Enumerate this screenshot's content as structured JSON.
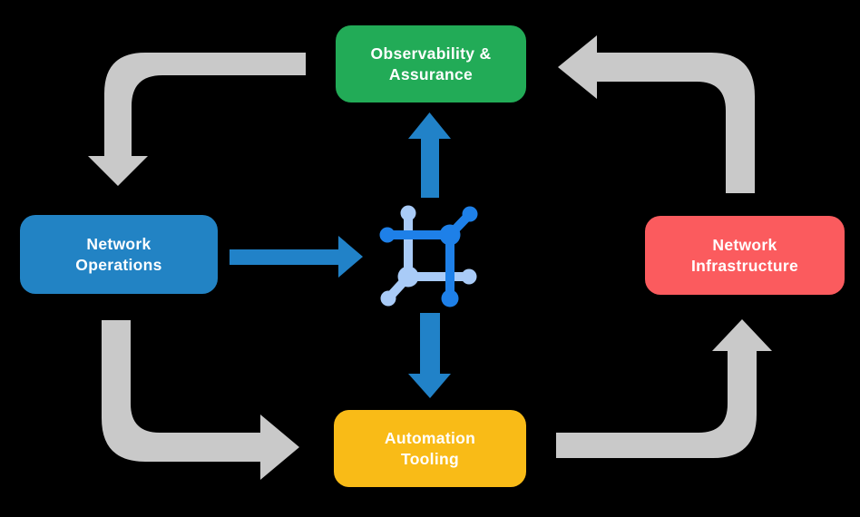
{
  "diagram": {
    "type": "cycle-flow",
    "nodes": {
      "observability": {
        "label": "Observability &\nAssurance",
        "color": "#22AB57"
      },
      "operations": {
        "label": "Network\nOperations",
        "color": "#2283C4"
      },
      "infrastructure": {
        "label": "Network\nInfrastructure",
        "color": "#FB5B5E"
      },
      "tooling": {
        "label": "Automation\nTooling",
        "color": "#F9BB17"
      }
    },
    "center_icon": "network-mesh-icon",
    "edges": [
      {
        "from": "observability",
        "to": "operations",
        "style": "gray-elbow"
      },
      {
        "from": "operations",
        "to": "tooling",
        "style": "gray-elbow"
      },
      {
        "from": "tooling",
        "to": "infrastructure",
        "style": "gray-elbow"
      },
      {
        "from": "infrastructure",
        "to": "observability",
        "style": "gray-elbow"
      },
      {
        "from": "operations",
        "to": "center-icon",
        "style": "blue-straight"
      },
      {
        "from": "center-icon",
        "to": "observability",
        "style": "blue-straight"
      },
      {
        "from": "center-icon",
        "to": "tooling",
        "style": "blue-straight"
      }
    ]
  },
  "colors": {
    "background": "#000000",
    "arrow_gray": "#C9C9C9",
    "arrow_blue": "#2182C8",
    "icon_dark_blue": "#1E80E8",
    "icon_light_blue": "#A9CBF7",
    "node_green": "#22AB57",
    "node_blue": "#2283C4",
    "node_red": "#FB5B5E",
    "node_yellow": "#F9BB17",
    "label_text": "#FFFFFF"
  }
}
